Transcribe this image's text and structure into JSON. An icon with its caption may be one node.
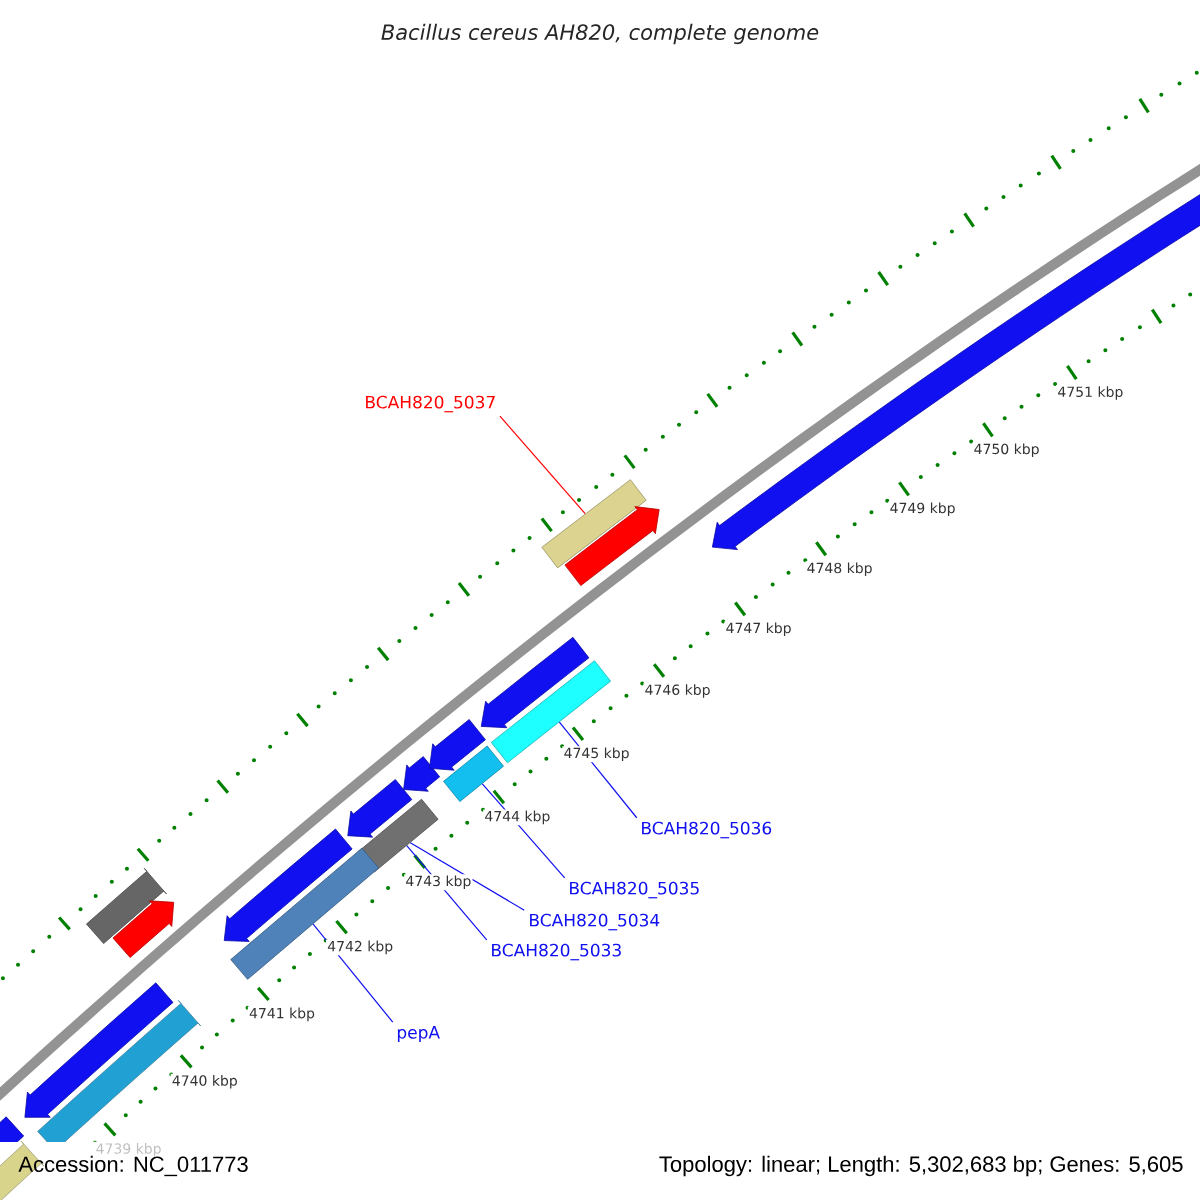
{
  "diagram": {
    "title": "Bacillus cereus AH820, complete genome",
    "nodes": [
      {
        "text": [
          "BCAH820_5037"
        ]
      },
      {
        "text": [],
        "shape": "box"
      },
      {
        "text": [],
        "shape": "box"
      },
      {
        "text": [],
        "shape": "box"
      },
      {
        "text": [],
        "shape": "box"
      },
      {
        "text": [],
        "shape": "box"
      },
      {
        "text": [
          "BCAH820_5036"
        ]
      },
      {
        "text": [
          "BCAH820_5035"
        ]
      },
      {
        "text": [
          "BCAH820_5034"
        ]
      },
      {
        "text": [
          "BCAH820_5033"
        ]
      },
      {
        "text": [
          "pepA"
        ]
      },
      {
        "text": [],
        "shape": "box"
      },
      {
        "text": [],
        "shape": "arrow"
      },
      {
        "text": [],
        "shape": "arrow"
      },
      {
        "text": [],
        "shape": "box"
      },
      {
        "text": [],
        "shape": "box"
      },
      {
        "text": [],
        "shape": "arrow"
      },
      {
        "text": [],
        "shape": "arrow"
      },
      {
        "text": [],
        "shape": "arrow"
      },
      {
        "text": [],
        "shape": "arrow"
      },
      {
        "text": [],
        "shape": "arrow"
      },
      {
        "text": [],
        "shape": "arrow"
      },
      {
        "text": [],
        "shape": "arrow"
      },
      {
        "text": [],
        "shape": "arrow"
      }
    ],
    "edges": [
      {
        "from": 0,
        "to": 1,
        "arrow": "none",
        "color": "#ff0000"
      },
      {
        "from": 6,
        "to": 2,
        "arrow": "none"
      },
      {
        "from": 7,
        "to": 3,
        "arrow": "none"
      },
      {
        "from": 8,
        "to": 4,
        "arrow": "none"
      },
      {
        "from": 9,
        "to": 4,
        "arrow": "none"
      },
      {
        "from": 10,
        "to": 5,
        "arrow": "none"
      }
    ],
    "labels": [
      "4751 kbp",
      "4750 kbp",
      "4749 kbp",
      "4748 kbp",
      "4747 kbp",
      "4746 kbp",
      "4745 kbp",
      "4744 kbp",
      "4743 kbp",
      "4742 kbp",
      "4741 kbp",
      "4740 kbp",
      "4739 kbp",
      "Accession: NC_011773",
      "Topology: linear; Length: 5,302,683 bp; Genes: 5,605"
    ]
  }
}
